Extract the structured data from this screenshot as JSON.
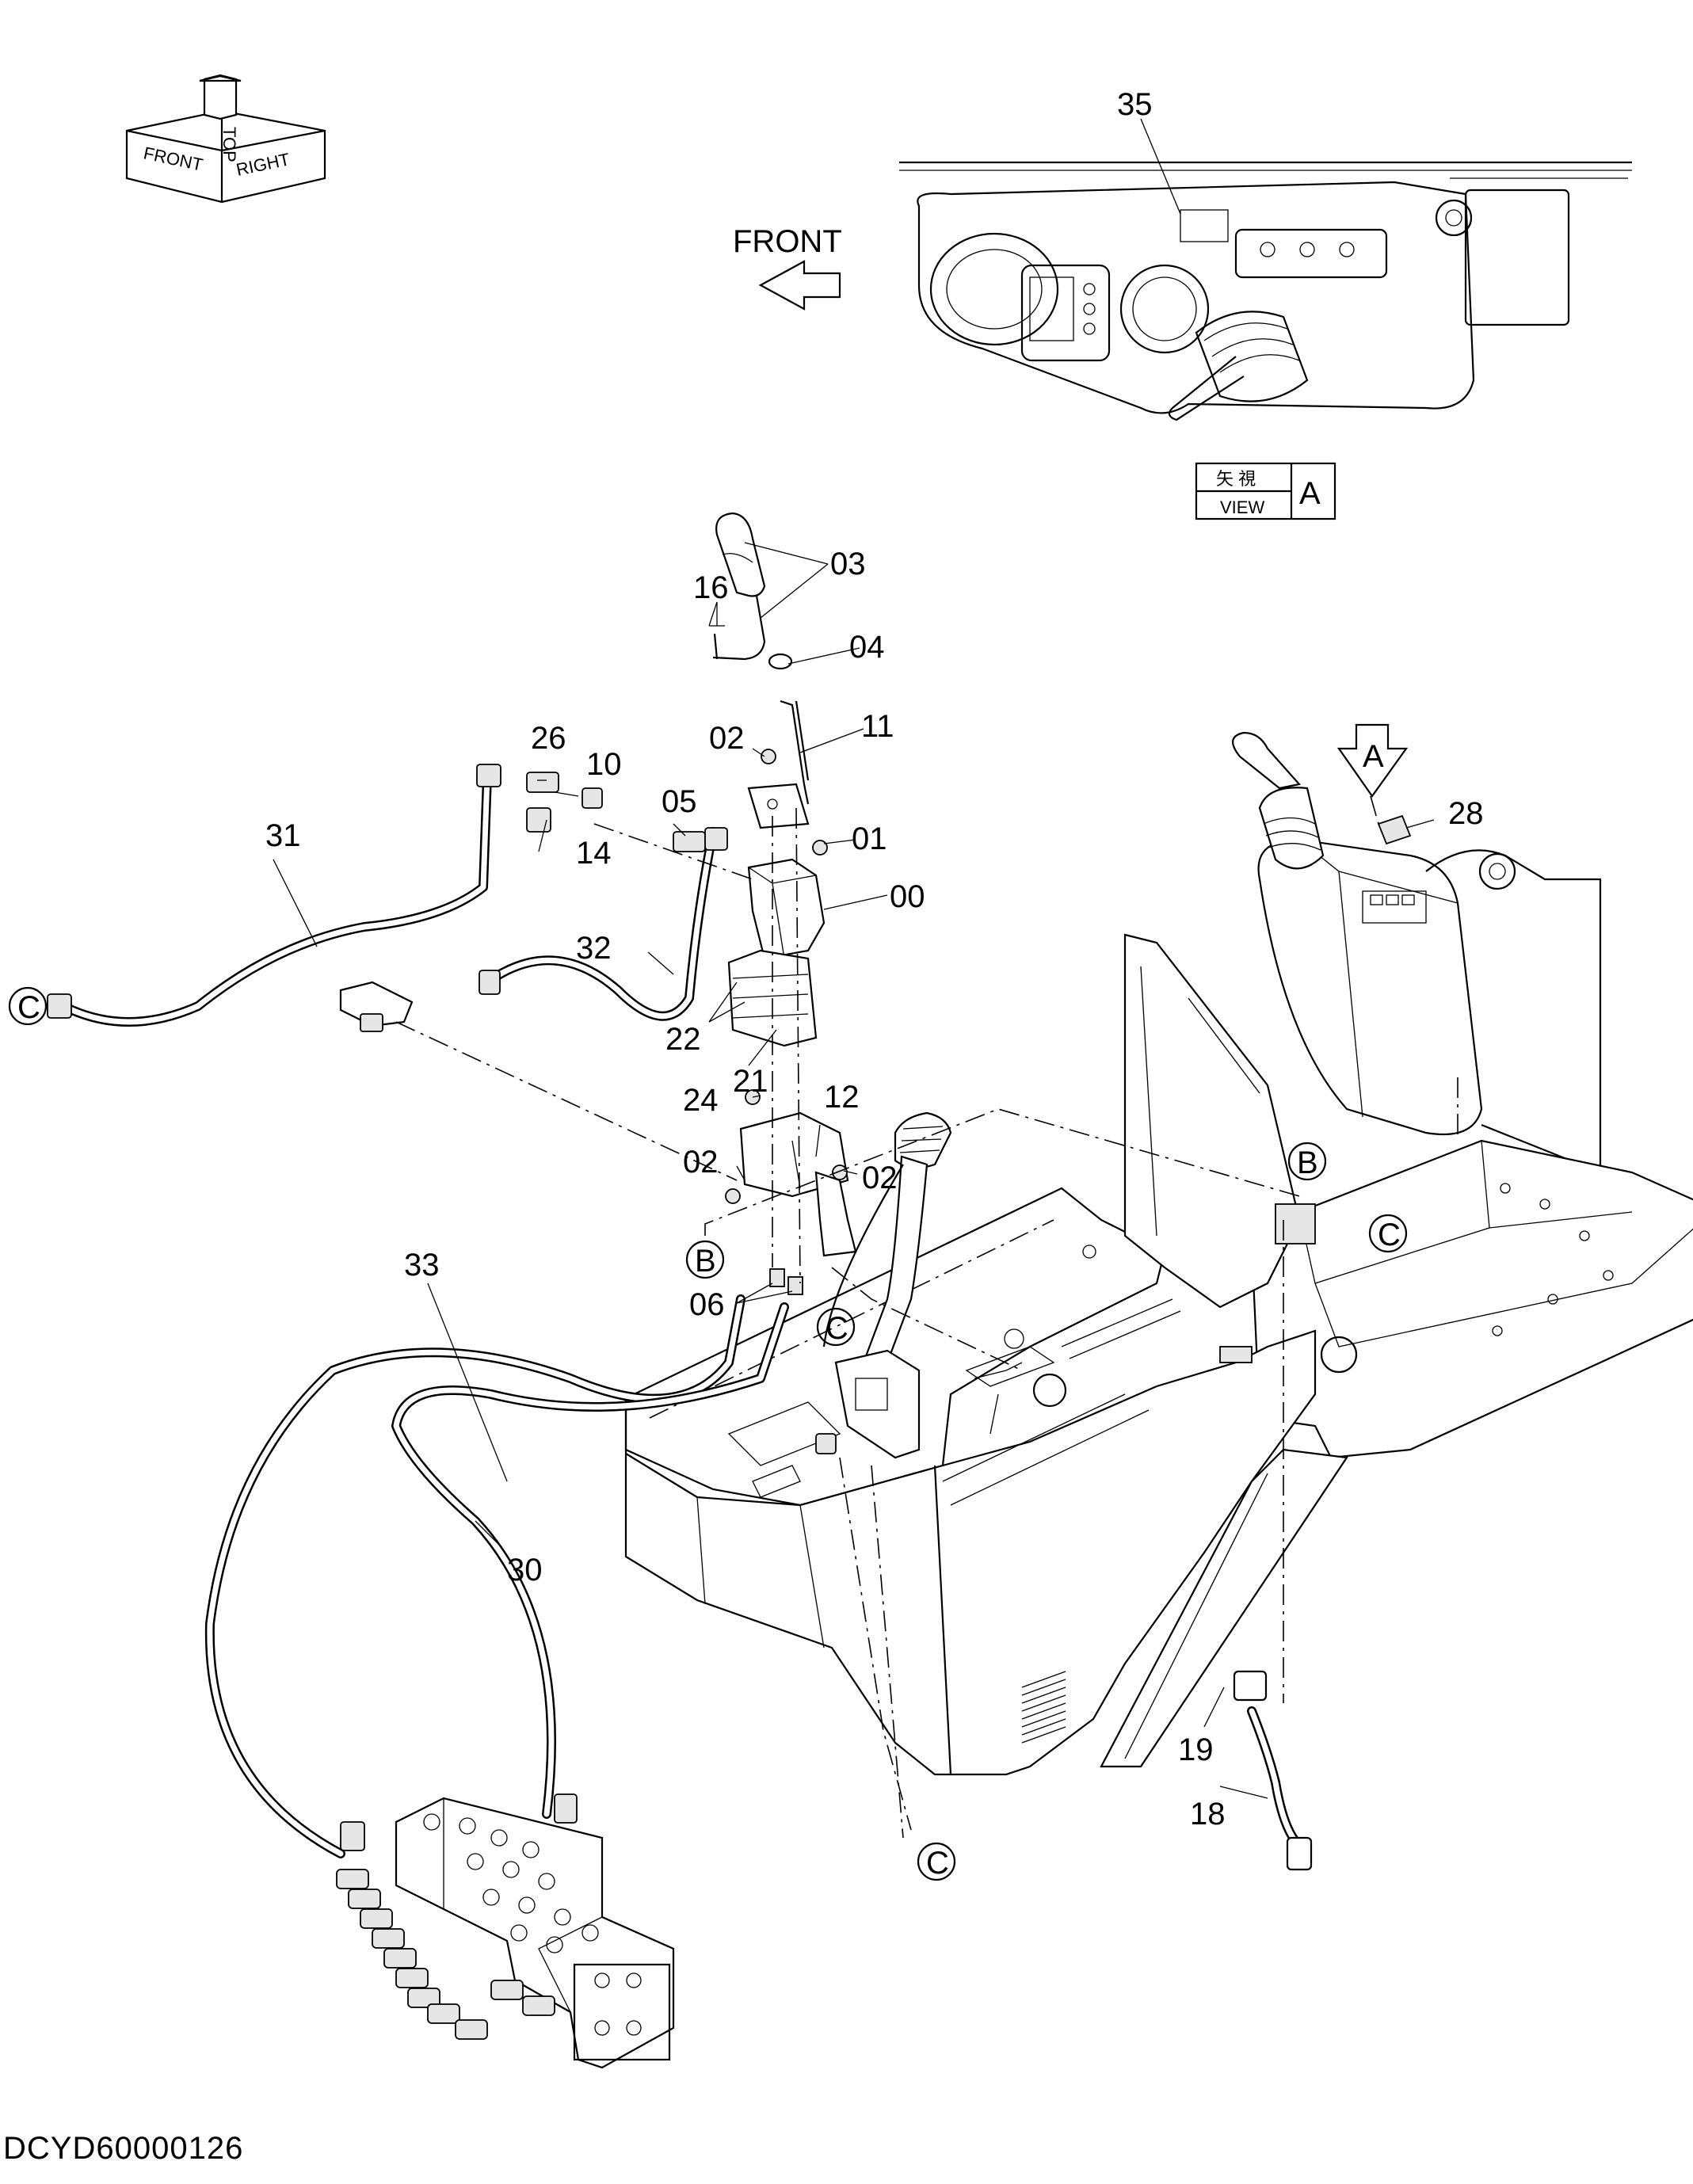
{
  "drawing_id": "DCYD60000126",
  "orientation_cube": {
    "front": "FRONT",
    "top": "TOP",
    "right": "RIGHT"
  },
  "view": {
    "front_label": "FRONT",
    "view_box_kanji": "矢 視",
    "view_box_word": "VIEW",
    "view_letter": "A",
    "arrow_letter": "A"
  },
  "reference_markers": {
    "b": "B",
    "c": "C"
  },
  "callouts": {
    "p00": "00",
    "p01": "01",
    "p02": "02",
    "p03": "03",
    "p04": "04",
    "p05": "05",
    "p06": "06",
    "p10": "10",
    "p11": "11",
    "p12": "12",
    "p14": "14",
    "p16": "16",
    "p18": "18",
    "p19": "19",
    "p21": "21",
    "p22": "22",
    "p24": "24",
    "p26": "26",
    "p28": "28",
    "p30": "30",
    "p31": "31",
    "p32": "32",
    "p33": "33",
    "p35": "35"
  }
}
